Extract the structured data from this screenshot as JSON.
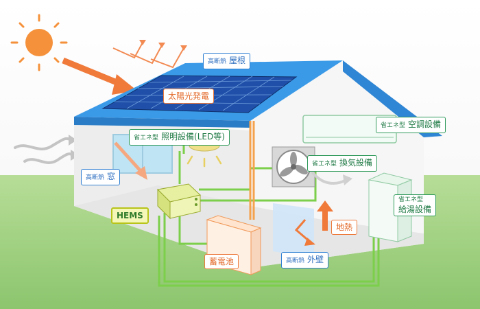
{
  "labels": {
    "roof": {
      "prefix": "高断熱",
      "main": "屋根"
    },
    "solar": {
      "main": "太陽光発電"
    },
    "lighting": {
      "prefix": "省エネ型",
      "main": "照明設備(LED等)"
    },
    "window": {
      "prefix": "高断熱",
      "main": "窓"
    },
    "hems": {
      "main": "HEMS"
    },
    "aircon": {
      "prefix": "省エネ型",
      "main": "空調設備"
    },
    "vent": {
      "prefix": "省エネ型",
      "main": "換気設備"
    },
    "water": {
      "prefix": "省エネ型",
      "main": "給湯設備"
    },
    "geo": {
      "main": "地熱"
    },
    "battery": {
      "main": "蓄電池"
    },
    "wall": {
      "prefix": "高断熱",
      "main": "外壁"
    }
  },
  "colors": {
    "sky": "#ffffff",
    "grass": "#a6d38a",
    "roof": "#3b9ae8",
    "house": "#f3f3f3",
    "solar_panel": "#1f4fa8",
    "sun": "#f28b2c",
    "arrow": "#f07a3a",
    "wire_green": "#7ccf4a",
    "wire_orange": "#f5a24d",
    "label_blue": "#2f7fd2",
    "label_green": "#2f9a5a",
    "label_orange": "#ec7a3c"
  },
  "icons": [
    "sun-icon",
    "fan-icon",
    "bulb-icon",
    "wind-arrow-icon"
  ]
}
